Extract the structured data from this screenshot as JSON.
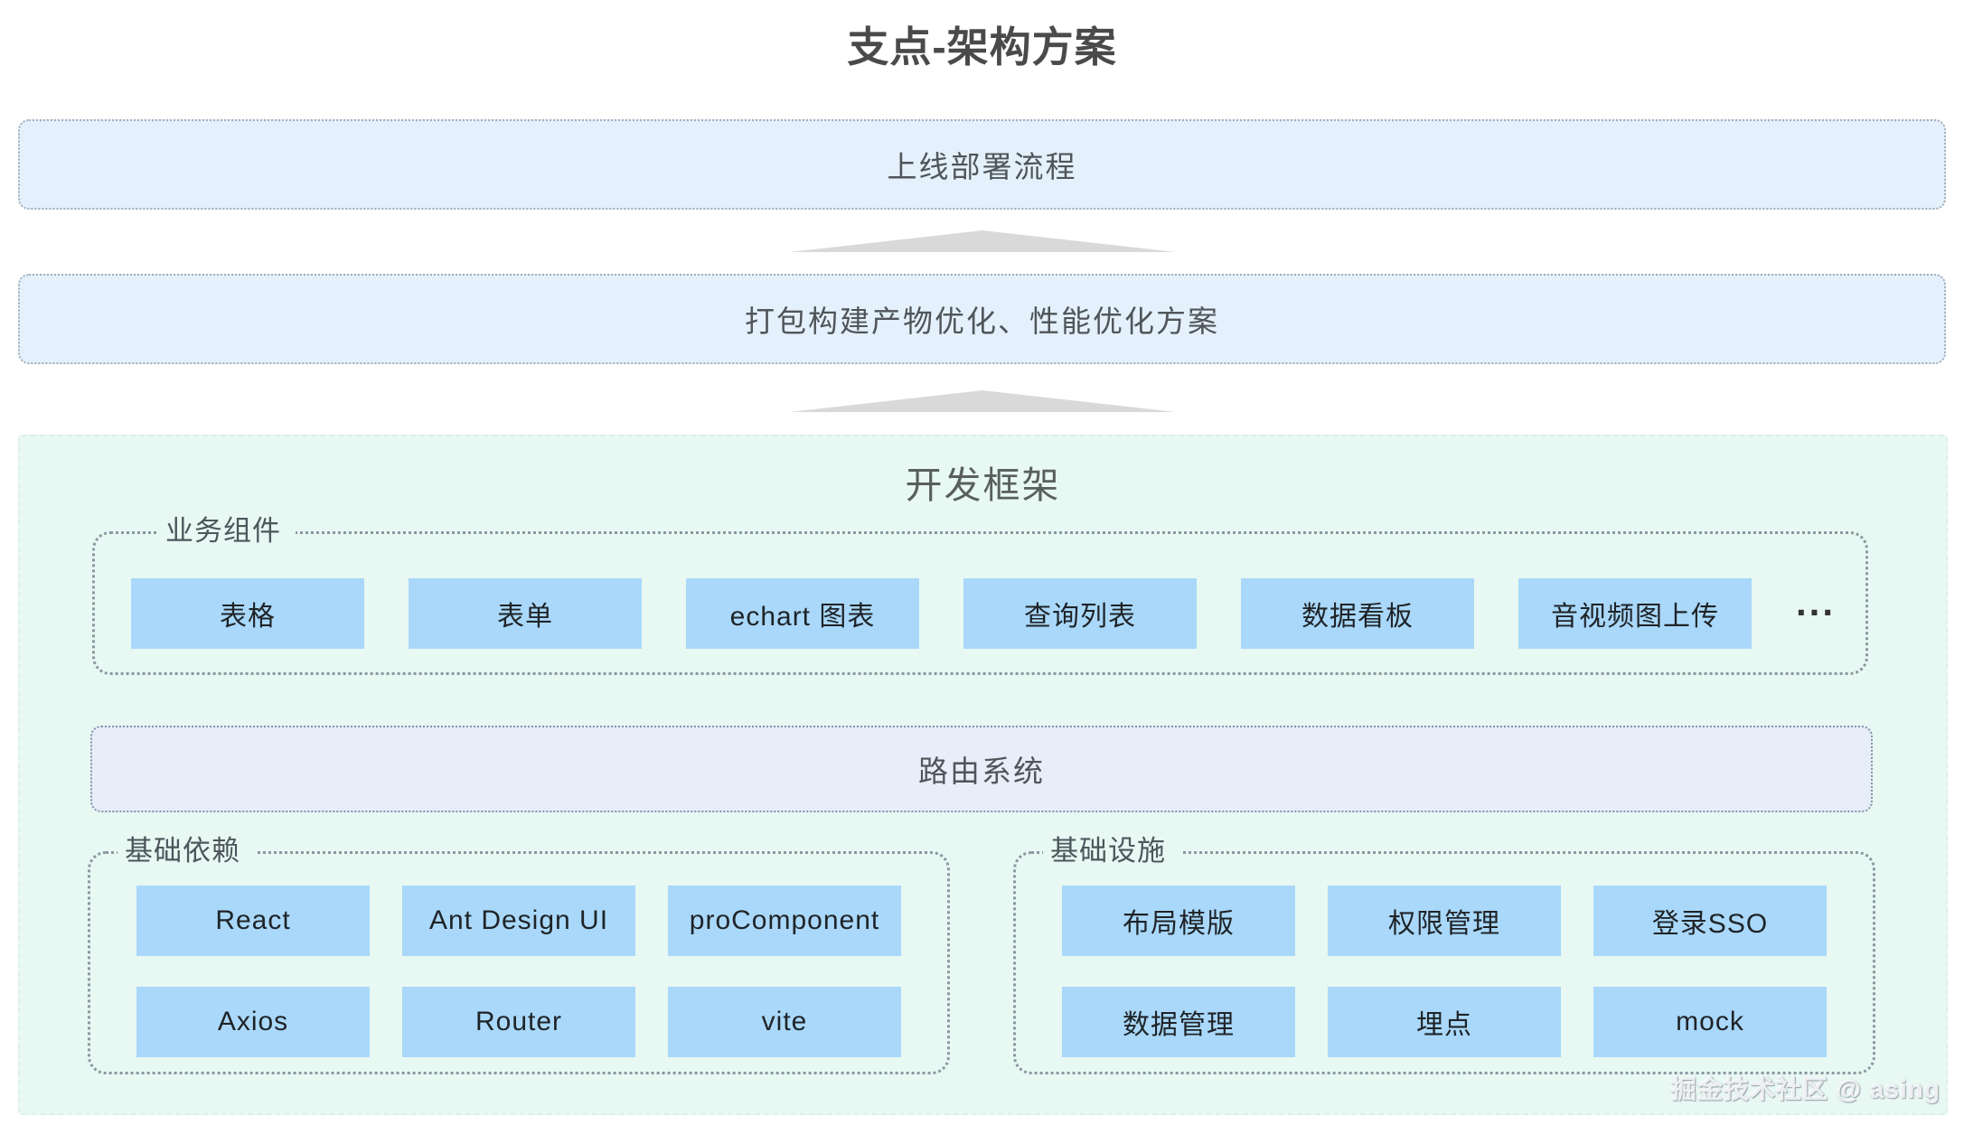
{
  "page": {
    "title": "支点-架构方案",
    "watermark": "掘金技术社区 @ asing"
  },
  "flow": {
    "deploy": "上线部署流程",
    "build": "打包构建产物优化、性能优化方案"
  },
  "framework": {
    "title": "开发框架",
    "business": {
      "label": "业务组件",
      "items": [
        {
          "label": "表格"
        },
        {
          "label": "表单"
        },
        {
          "label": "echart 图表"
        },
        {
          "label": "查询列表"
        },
        {
          "label": "数据看板"
        },
        {
          "label": "音视频图上传"
        }
      ],
      "more": "..."
    },
    "router": "路由系统",
    "dependencies": {
      "label": "基础依赖",
      "items": [
        {
          "label": "React"
        },
        {
          "label": "Ant Design UI"
        },
        {
          "label": "proComponent"
        },
        {
          "label": "Axios"
        },
        {
          "label": "Router"
        },
        {
          "label": "vite"
        }
      ]
    },
    "infrastructure": {
      "label": "基础设施",
      "items": [
        {
          "label": "布局模版"
        },
        {
          "label": "权限管理"
        },
        {
          "label": "登录SSO"
        },
        {
          "label": "数据管理"
        },
        {
          "label": "埋点"
        },
        {
          "label": "mock"
        }
      ]
    }
  },
  "colors": {
    "panel_green": "#e8f8f2",
    "flow_box_blue": "#e4f1fc",
    "router_blue": "#e7eefa",
    "chip_blue": "#a9d8fa",
    "arrow_gray": "#d9d9d9",
    "text_gray": "#4a4a4a"
  }
}
